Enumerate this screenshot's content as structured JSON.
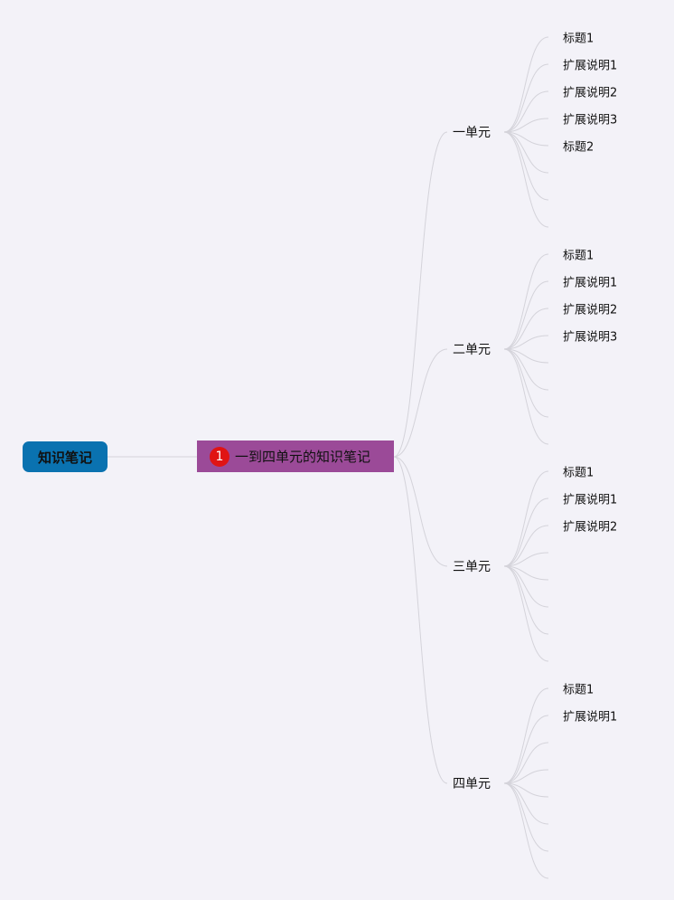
{
  "root": {
    "label": "知识笔记",
    "color": "#0a72b0"
  },
  "main": {
    "label": "一到四单元的知识笔记",
    "badge": "1",
    "color": "#9b4a98",
    "badge_color": "#e01414"
  },
  "units": [
    {
      "label": "一单元",
      "leaves": [
        "标题1",
        "扩展说明1",
        "扩展说明2",
        "扩展说明3",
        "标题2",
        "",
        "",
        ""
      ]
    },
    {
      "label": "二单元",
      "leaves": [
        "标题1",
        "扩展说明1",
        "扩展说明2",
        "扩展说明3",
        "",
        "",
        "",
        ""
      ]
    },
    {
      "label": "三单元",
      "leaves": [
        "标题1",
        "扩展说明1",
        "扩展说明2",
        "",
        "",
        "",
        "",
        ""
      ]
    },
    {
      "label": "四单元",
      "leaves": [
        "标题1",
        "扩展说明1",
        "",
        "",
        "",
        "",
        "",
        ""
      ]
    }
  ]
}
